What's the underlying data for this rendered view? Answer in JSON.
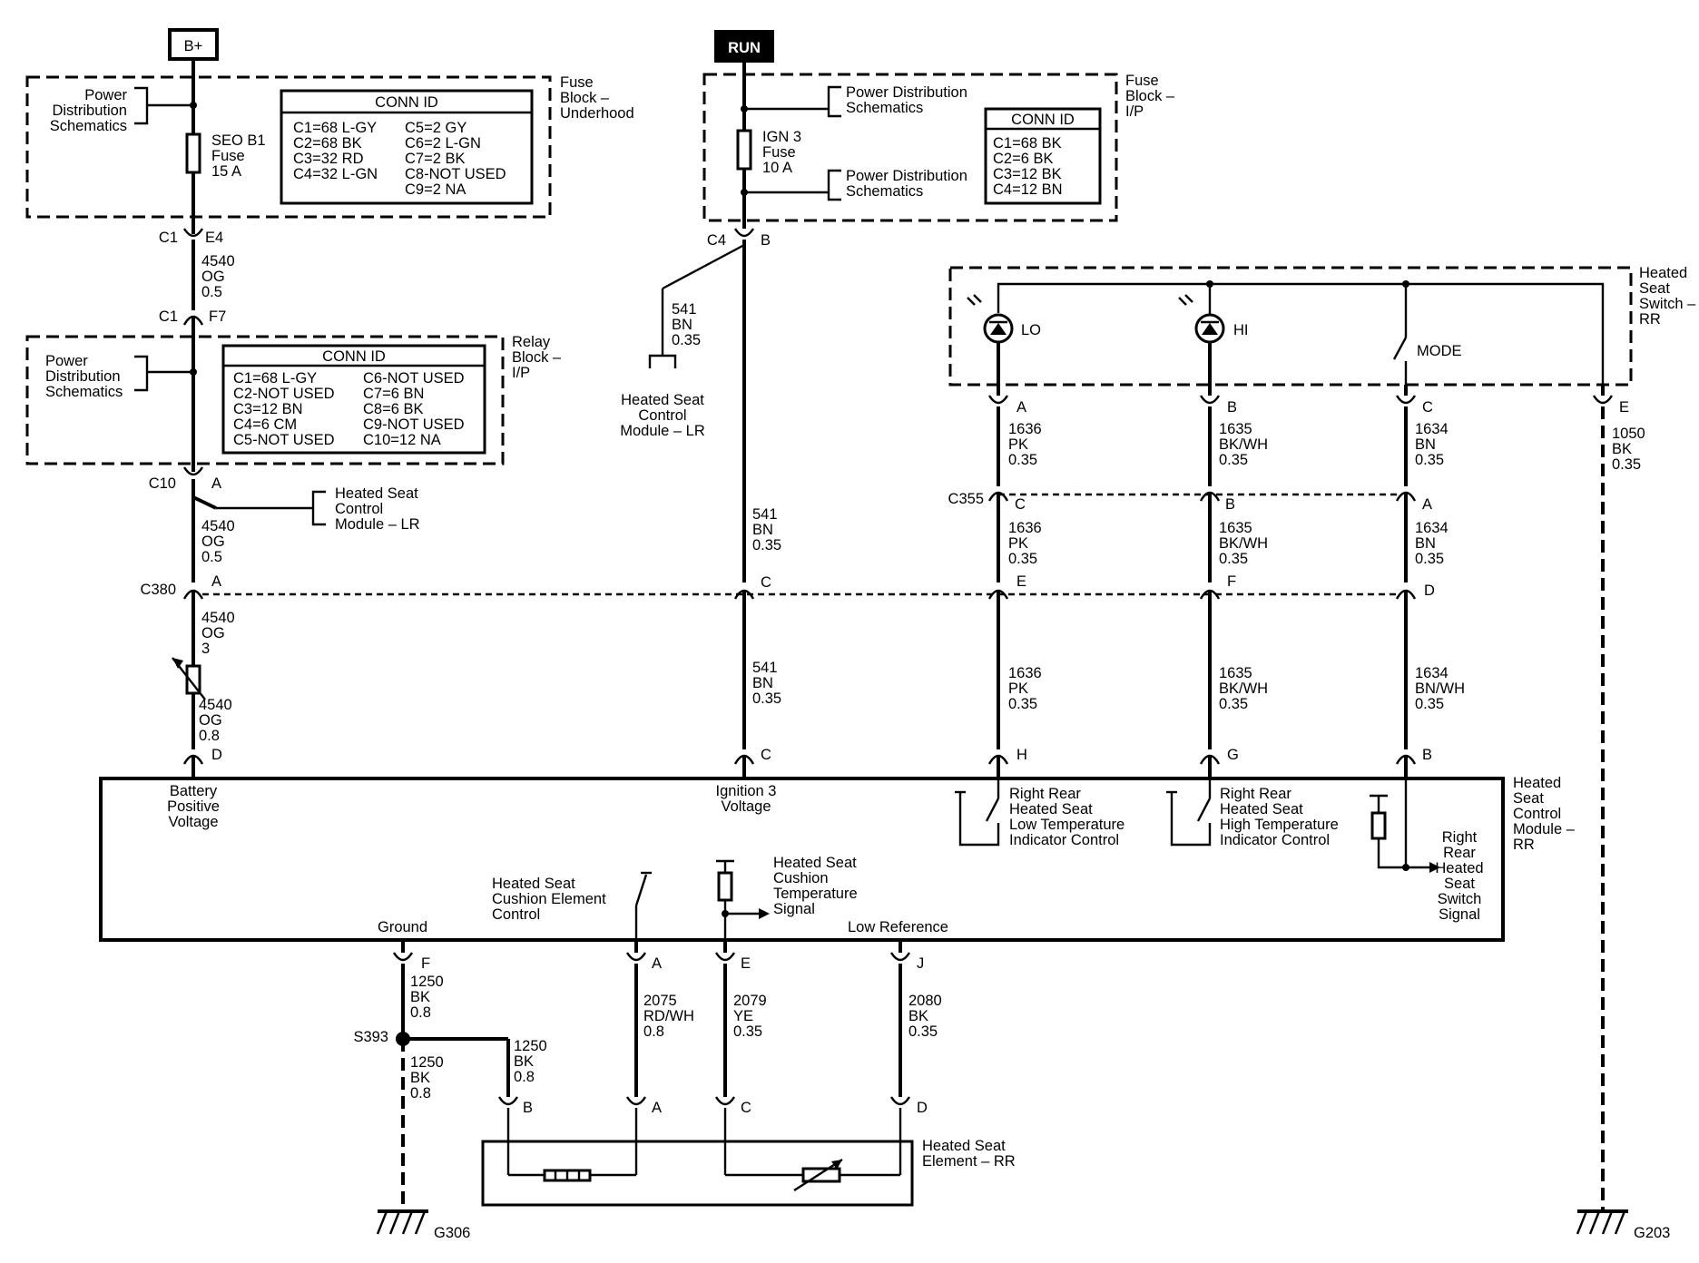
{
  "power": {
    "bplus": "B+",
    "run": "RUN"
  },
  "fuse_uh": {
    "label": [
      "Fuse",
      "Block –",
      "Underhood"
    ],
    "psch": [
      "Power",
      "Distribution",
      "Schematics"
    ],
    "fuse": [
      "SEO B1",
      "Fuse",
      "15 A"
    ],
    "conn": {
      "title": "CONN ID",
      "left": [
        "C1=68 L-GY",
        "C2=68 BK",
        "C3=32 RD",
        "C4=32 L-GN"
      ],
      "right": [
        "C5=2 GY",
        "C6=2 L-GN",
        "C7=2 BK",
        "C8-NOT USED",
        "C9=2 NA"
      ]
    }
  },
  "fuse_ip": {
    "label": [
      "Fuse",
      "Block –",
      "I/P"
    ],
    "psch1": [
      "Power Distribution",
      "Schematics"
    ],
    "psch2": [
      "Power Distribution",
      "Schematics"
    ],
    "fuse": [
      "IGN 3",
      "Fuse",
      "10 A"
    ],
    "conn": {
      "title": "CONN ID",
      "rows": [
        "C1=68 BK",
        "C2=6 BK",
        "C3=12 BK",
        "C4=12 BN"
      ]
    }
  },
  "relay": {
    "label": [
      "Relay",
      "Block –",
      "I/P"
    ],
    "psch": [
      "Power",
      "Distribution",
      "Schematics"
    ],
    "conn": {
      "title": "CONN ID",
      "left": [
        "C1=68 L-GY",
        "C2-NOT USED",
        "C3=12 BN",
        "C4=6 CM",
        "C5-NOT USED"
      ],
      "right": [
        "C6-NOT USED",
        "C7=6 BN",
        "C8=6 BK",
        "C9-NOT USED",
        "C10=12 NA"
      ]
    }
  },
  "switch": {
    "label": [
      "Heated",
      "Seat",
      "Switch –",
      "RR"
    ],
    "lo": "LO",
    "hi": "HI",
    "mode": "MODE"
  },
  "module": {
    "label": [
      "Heated",
      "Seat",
      "Control",
      "Module –",
      "RR"
    ],
    "battery": [
      "Battery",
      "Positive",
      "Voltage"
    ],
    "ignition": [
      "Ignition 3",
      "Voltage"
    ],
    "low_ind": [
      "Right Rear",
      "Heated Seat",
      "Low Temperature",
      "Indicator Control"
    ],
    "high_ind": [
      "Right Rear",
      "Heated Seat",
      "High Temperature",
      "Indicator Control"
    ],
    "switch_sig": [
      "Right",
      "Rear",
      "Heated",
      "Seat",
      "Switch",
      "Signal"
    ],
    "cushion_ctrl": [
      "Heated Seat",
      "Cushion Element",
      "Control"
    ],
    "cushion_temp": [
      "Heated Seat",
      "Cushion",
      "Temperature",
      "Signal"
    ],
    "ground": "Ground",
    "low_ref": "Low Reference"
  },
  "hscm_lr_1": [
    "Heated Seat",
    "Control",
    "Module – LR"
  ],
  "hscm_lr_2": [
    "Heated Seat",
    "Control",
    "Module – LR"
  ],
  "element": [
    "Heated Seat",
    "Element – RR"
  ],
  "grounds": {
    "g306": "G306",
    "g203": "G203",
    "s393": "S393"
  },
  "connectors": {
    "c1_top": "C1",
    "e4": "E4",
    "c1_mid": "C1",
    "f7": "F7",
    "c10": "C10",
    "c10_pin": "A",
    "c4": "C4",
    "c4_pin": "B",
    "c380": "C380",
    "c355": "C355"
  },
  "wires": {
    "w4540a": [
      "4540",
      "OG",
      "0.5"
    ],
    "w4540b": [
      "4540",
      "OG",
      "0.5"
    ],
    "w4540c": [
      "4540",
      "OG",
      "3"
    ],
    "w4540d": [
      "4540",
      "OG",
      "0.8"
    ],
    "w541a": [
      "541",
      "BN",
      "0.35"
    ],
    "w541b": [
      "541",
      "BN",
      "0.35"
    ],
    "w541c": [
      "541",
      "BN",
      "0.35"
    ],
    "w1636a": [
      "1636",
      "PK",
      "0.35"
    ],
    "w1636b": [
      "1636",
      "PK",
      "0.35"
    ],
    "w1636c": [
      "1636",
      "PK",
      "0.35"
    ],
    "w1635a": [
      "1635",
      "BK/WH",
      "0.35"
    ],
    "w1635b": [
      "1635",
      "BK/WH",
      "0.35"
    ],
    "w1635c": [
      "1635",
      "BK/WH",
      "0.35"
    ],
    "w1634a": [
      "1634",
      "BN",
      "0.35"
    ],
    "w1634b": [
      "1634",
      "BN",
      "0.35"
    ],
    "w1634c": [
      "1634",
      "BN/WH",
      "0.35"
    ],
    "w1050": [
      "1050",
      "BK",
      "0.35"
    ],
    "w1250a": [
      "1250",
      "BK",
      "0.8"
    ],
    "w1250b": [
      "1250",
      "BK",
      "0.8"
    ],
    "w1250c": [
      "1250",
      "BK",
      "0.8"
    ],
    "w2075": [
      "2075",
      "RD/WH",
      "0.8"
    ],
    "w2079": [
      "2079",
      "YE",
      "0.35"
    ],
    "w2080": [
      "2080",
      "BK",
      "0.35"
    ]
  },
  "pins": {
    "sw_a": "A",
    "sw_b": "B",
    "sw_c": "C",
    "sw_e": "E",
    "c355_c": "C",
    "c355_b": "B",
    "c355_a": "A",
    "c380_a": "A",
    "c380_c": "C",
    "c380_e": "E",
    "c380_f": "F",
    "c380_d": "D",
    "m_d": "D",
    "m_c": "C",
    "m_h": "H",
    "m_g": "G",
    "m_b": "B",
    "m_f": "F",
    "m_a": "A",
    "m_e": "E",
    "m_j": "J",
    "el_b": "B",
    "el_a": "A",
    "el_c": "C",
    "el_d": "D"
  }
}
